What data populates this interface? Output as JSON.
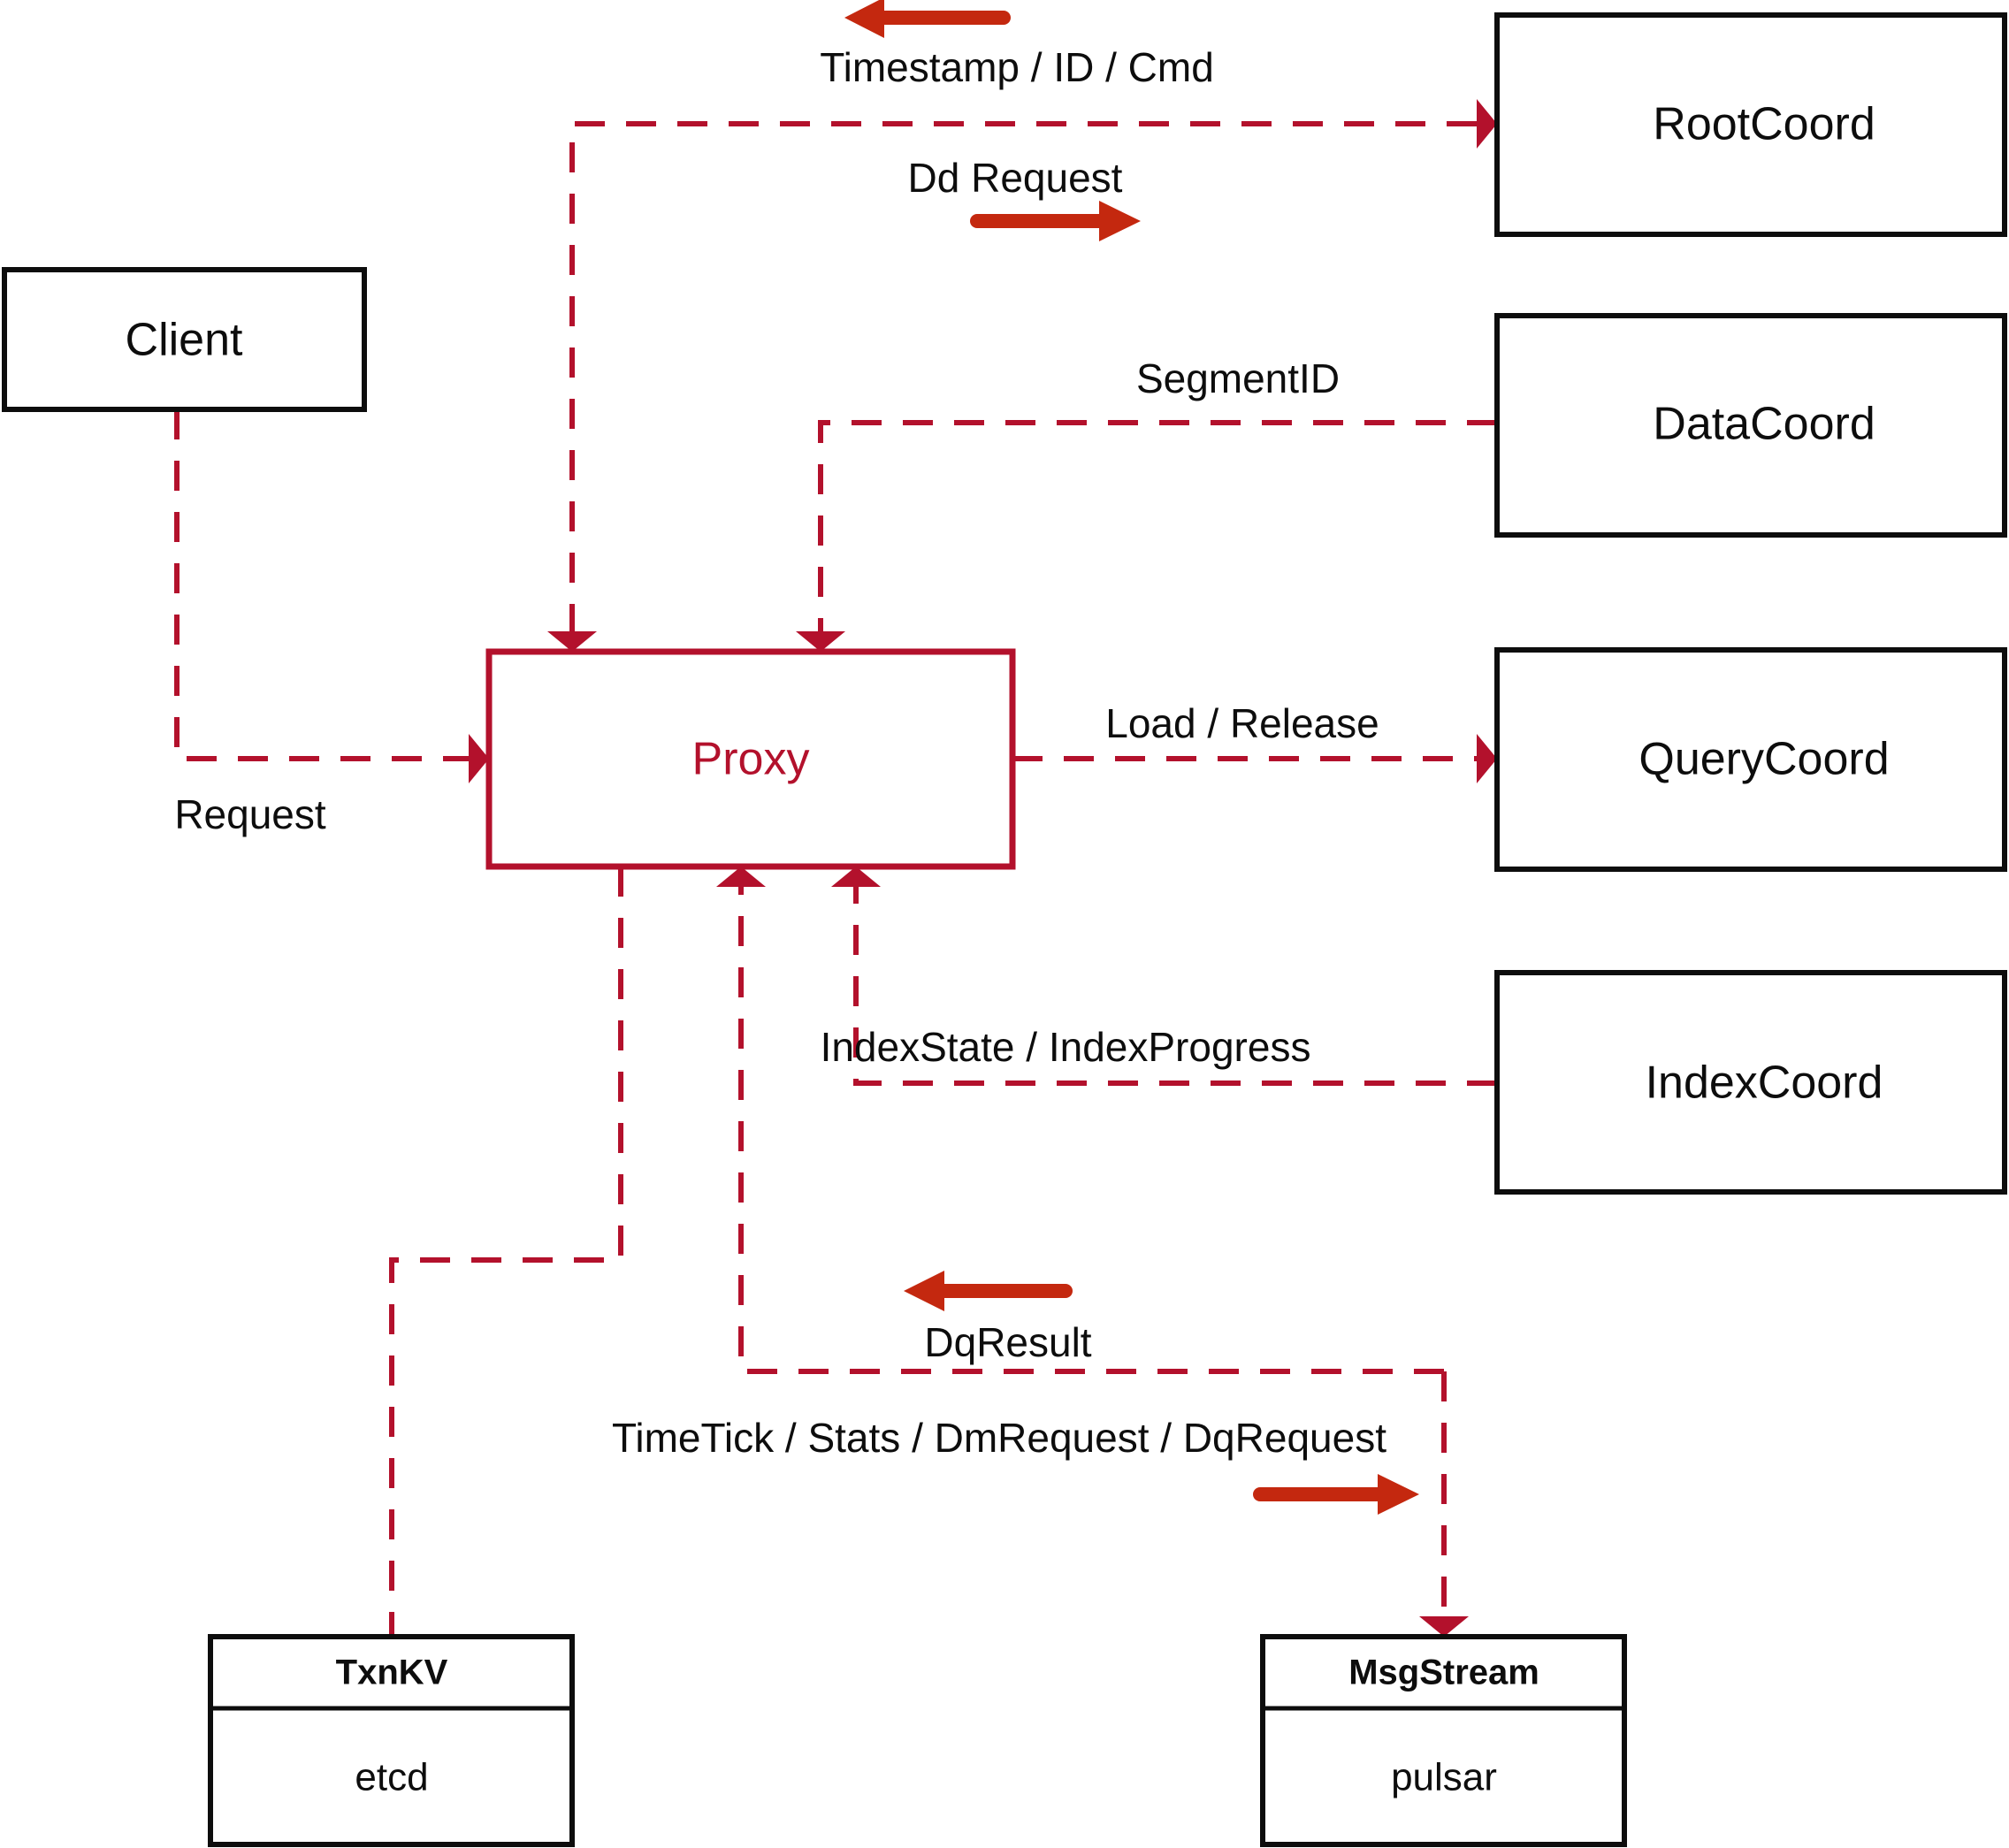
{
  "diagram": {
    "title": "Milvus Proxy interaction diagram",
    "colors": {
      "dashed_line": "#b3112c",
      "proxy_stroke": "#b3112c",
      "proxy_text": "#b3112c",
      "node_stroke": "#0d0d0d",
      "node_text": "#0d0d0d",
      "direction_arrow": "#c4280f",
      "background": "#ffffff"
    },
    "nodes": {
      "client": {
        "label": "Client"
      },
      "proxy": {
        "label": "Proxy"
      },
      "root_coord": {
        "label": "RootCoord"
      },
      "data_coord": {
        "label": "DataCoord"
      },
      "query_coord": {
        "label": "QueryCoord"
      },
      "index_coord": {
        "label": "IndexCoord"
      },
      "txnkv": {
        "label": "TxnKV",
        "impl": "etcd"
      },
      "msgstream": {
        "label": "MsgStream",
        "impl": "pulsar"
      }
    },
    "edges": [
      {
        "id": "client-request",
        "label": "Request",
        "from": "client",
        "to": "proxy"
      },
      {
        "id": "timestamp-id-cmd",
        "label": "Timestamp / ID / Cmd",
        "from": "root_coord",
        "to": "proxy"
      },
      {
        "id": "dd-request",
        "label": "Dd Request",
        "from": "proxy",
        "to": "root_coord"
      },
      {
        "id": "segment-id",
        "label": "SegmentID",
        "from": "data_coord",
        "to": "proxy"
      },
      {
        "id": "load-release",
        "label": "Load / Release",
        "from": "proxy",
        "to": "query_coord"
      },
      {
        "id": "index-state",
        "label": "IndexState / IndexProgress",
        "from": "index_coord",
        "to": "proxy"
      },
      {
        "id": "txnkv-link",
        "label": "",
        "from": "proxy",
        "to": "txnkv"
      },
      {
        "id": "dq-result",
        "label": "DqResult",
        "from": "msgstream",
        "to": "proxy"
      },
      {
        "id": "msgstream-req",
        "label": "TimeTick / Stats / DmRequest / DqRequest",
        "from": "proxy",
        "to": "msgstream"
      }
    ]
  }
}
